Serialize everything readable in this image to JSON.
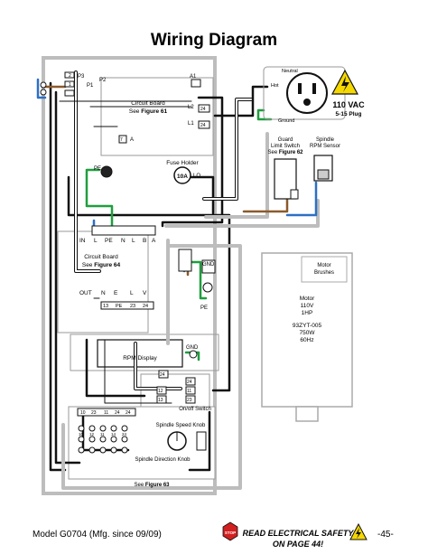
{
  "title": "Wiring Diagram",
  "power": {
    "voltage": "110 VAC",
    "plug": "5-15 Plug",
    "neutral": "Neutral",
    "hot": "Hot",
    "ground": "Ground"
  },
  "top_board": {
    "label": "Circuit Board",
    "see": "See ",
    "figure": "Figure 61",
    "terminals": [
      "P3",
      "P1",
      "P2",
      "A1",
      "L2",
      "L1",
      "A"
    ],
    "nums": [
      "2",
      "1",
      "24",
      "24",
      "7"
    ]
  },
  "fuse": {
    "label": "Fuse Holder",
    "value": "10A",
    "lo": "LO",
    "pe": "PE"
  },
  "guard_switch": {
    "label": "Guard",
    "label2": "Limit Switch",
    "see": "See ",
    "figure": "Figure 62"
  },
  "rpm_sensor": {
    "label": "Spindle",
    "label2": "RPM Sensor"
  },
  "circuit_board2": {
    "label": "Circuit Board",
    "see": "See ",
    "figure": "Figure 64",
    "in": "IN",
    "out": "OUT",
    "terminals_top": [
      "L",
      "PE",
      "N",
      "L",
      "B",
      "A"
    ],
    "terminals_bottom": [
      "N",
      "E",
      "L",
      "V"
    ],
    "nums_bottom": [
      "13",
      "PE",
      "23",
      "24"
    ],
    "gnd": "GND",
    "pe": "PE"
  },
  "motor": {
    "brushes": "Motor",
    "brushes2": "Brushes",
    "specs": [
      "Motor",
      "110V",
      "1HP",
      "93ZYT-005",
      "750W",
      "60Hz"
    ]
  },
  "rpm_display": {
    "label": "RPM Display",
    "gnd": "GND"
  },
  "switch": {
    "label": "On/off Switch",
    "nums": [
      "24",
      "24",
      "11",
      "12",
      "13",
      "23"
    ]
  },
  "speed_knob": {
    "label": "Spindle Speed Knob",
    "top_nums": [
      "10",
      "23",
      "11",
      "24",
      "24"
    ],
    "row_nums": [
      "10",
      "12",
      "11",
      "14",
      "24"
    ]
  },
  "direction_knob": {
    "label": "Spindle Direction Knob"
  },
  "see_bottom": {
    "see": "See ",
    "figure": "Figure 63"
  },
  "footer": {
    "model": "Model G0704 (Mfg. since 09/09)",
    "safety_line1": "READ ELECTRICAL SAFETY",
    "safety_line2": "ON PAGE 44!",
    "stop": "STOP",
    "page": "-45-"
  },
  "colors": {
    "black": "#111111",
    "white_wire": "#ffffff",
    "green": "#1f9e3e",
    "blue": "#2d6fc4",
    "brown": "#8b5a2b",
    "gray": "#bdbdbd",
    "warning_yellow": "#f5d800",
    "stop_red": "#d21f1f"
  }
}
